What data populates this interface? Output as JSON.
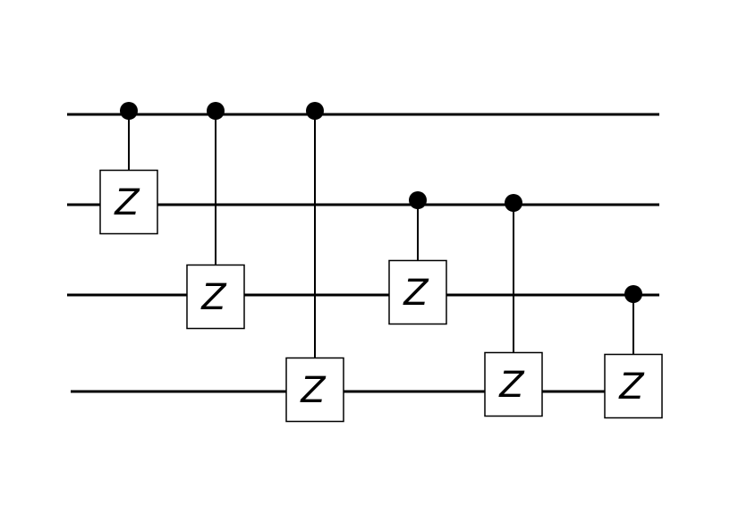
{
  "circuit": {
    "qubits": 4,
    "gates": [
      {
        "type": "CZ",
        "control": 0,
        "target": 1,
        "label": "Z"
      },
      {
        "type": "CZ",
        "control": 0,
        "target": 2,
        "label": "Z"
      },
      {
        "type": "CZ",
        "control": 0,
        "target": 3,
        "label": "Z"
      },
      {
        "type": "CZ",
        "control": 1,
        "target": 2,
        "label": "Z"
      },
      {
        "type": "CZ",
        "control": 1,
        "target": 3,
        "label": "Z"
      },
      {
        "type": "CZ",
        "control": 2,
        "target": 3,
        "label": "Z"
      }
    ]
  },
  "colors": {
    "wire": "#000000",
    "background": "#ffffff"
  }
}
